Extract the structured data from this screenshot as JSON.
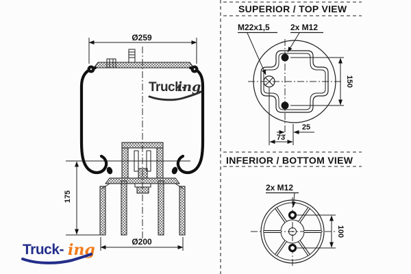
{
  "drawing": {
    "main_view": {
      "dim_top_diameter": "Ø259",
      "dim_bottom_diameter": "Ø200",
      "dim_height": "175"
    },
    "top_view": {
      "title": "SUPERIOR / TOP VIEW",
      "label_air_fitting": "M22x1,5",
      "label_studs": "2x M12",
      "dim_stud_spacing": "150",
      "dim_stud_offset": "25",
      "dim_fitting_offset": "73"
    },
    "bottom_view": {
      "title": "INFERIOR / BOTTOM VIEW",
      "label_studs": "2x M12",
      "dim_stud_spacing": "100"
    }
  },
  "logo": {
    "part1": "Truck-",
    "part2": "ing"
  },
  "colors": {
    "navy": "#232e8a",
    "orange": "#f07c1d",
    "line": "#1c1c1c"
  }
}
